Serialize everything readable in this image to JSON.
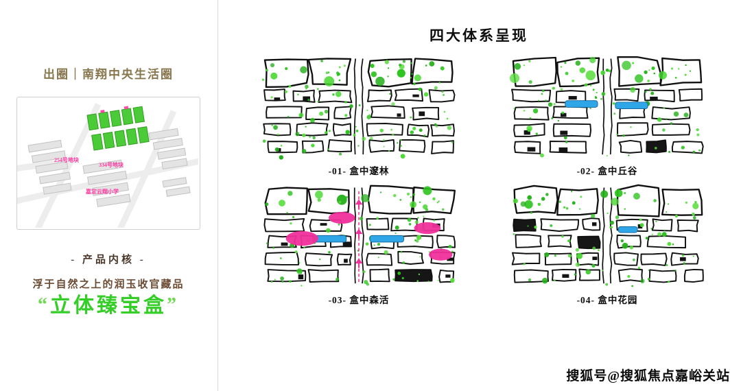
{
  "left_panel": {
    "title": "出圈｜南翔中央生活圈",
    "map_labels": [
      {
        "text": "254号地块"
      },
      {
        "text": "334号地块"
      },
      {
        "text": "嘉定云翔小学"
      }
    ],
    "product_core_label": "- 产品内核 -",
    "tagline": "浮于自然之上的润玉收官藏品",
    "headline": {
      "open_quote": "“",
      "text": "立体臻宝盒",
      "close_quote": "”"
    }
  },
  "main": {
    "title": "四大体系呈现",
    "diagrams": [
      {
        "id": "01",
        "caption": "-01- 盒中邃林",
        "seed": 101,
        "green_count": 112,
        "blue_bars": [],
        "pink_blobs": [],
        "pink_arrows": false
      },
      {
        "id": "02",
        "caption": "-02- 盒中丘谷",
        "seed": 202,
        "green_count": 90,
        "blue_bars": [
          [
            78,
            62,
            44,
            9
          ],
          [
            146,
            64,
            44,
            9
          ]
        ],
        "pink_blobs": [],
        "pink_arrows": false
      },
      {
        "id": "03",
        "caption": "-03- 盒中森活",
        "seed": 303,
        "green_count": 95,
        "blue_bars": [
          [
            72,
            70,
            46,
            9
          ],
          [
            150,
            70,
            46,
            9
          ]
        ],
        "pink_blobs": [
          [
            58,
            74,
            22,
            10
          ],
          [
            112,
            46,
            18,
            8
          ],
          [
            228,
            60,
            18,
            8
          ],
          [
            246,
            96,
            16,
            8
          ]
        ],
        "pink_arrows": true
      },
      {
        "id": "04",
        "caption": "-04- 盒中花园",
        "seed": 404,
        "green_count": 88,
        "blue_bars": [
          [
            150,
            58,
            26,
            8
          ]
        ],
        "pink_blobs": [],
        "pink_arrows": false
      }
    ],
    "colors": {
      "green_dots": [
        "#2ec41f",
        "#45d62e",
        "#24b01a",
        "#5ade3f"
      ],
      "blue": "#2fa6e8",
      "pink": "#f1309b",
      "ink": "#101010"
    }
  },
  "watermark": "搜狐号@搜狐焦点嘉峪关站"
}
